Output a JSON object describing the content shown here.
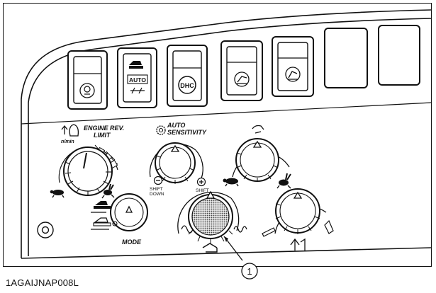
{
  "caption": "1AGAIJNAP008L",
  "labels": {
    "engine_rev_limit_line1": "ENGINE REV.",
    "engine_rev_limit_line2": "LIMIT",
    "rpm_unit": "n/min",
    "auto_line1": "AUTO",
    "auto_line2": "SENSITIVITY",
    "shift_down_line1": "SHIFT",
    "shift_down_line2": "DOWN",
    "shift_up": "SHIFT",
    "mode": "MODE",
    "switch_auto": "AUTO",
    "switch_dhc": "DHC",
    "callout": "1"
  },
  "icons": {
    "switch1": "engine-icon",
    "switch2": "mode-selector-icon",
    "switch3": "dhc-badge",
    "switch4": "work-light-icon",
    "switch5": "beacon-icon",
    "minus": "minus-icon",
    "plus": "plus-icon",
    "turtle": "turtle-icon",
    "rabbit": "rabbit-icon"
  },
  "colors": {
    "ink": "#111111",
    "knob_fill": "#cfcfcf",
    "panel": "#ffffff"
  }
}
